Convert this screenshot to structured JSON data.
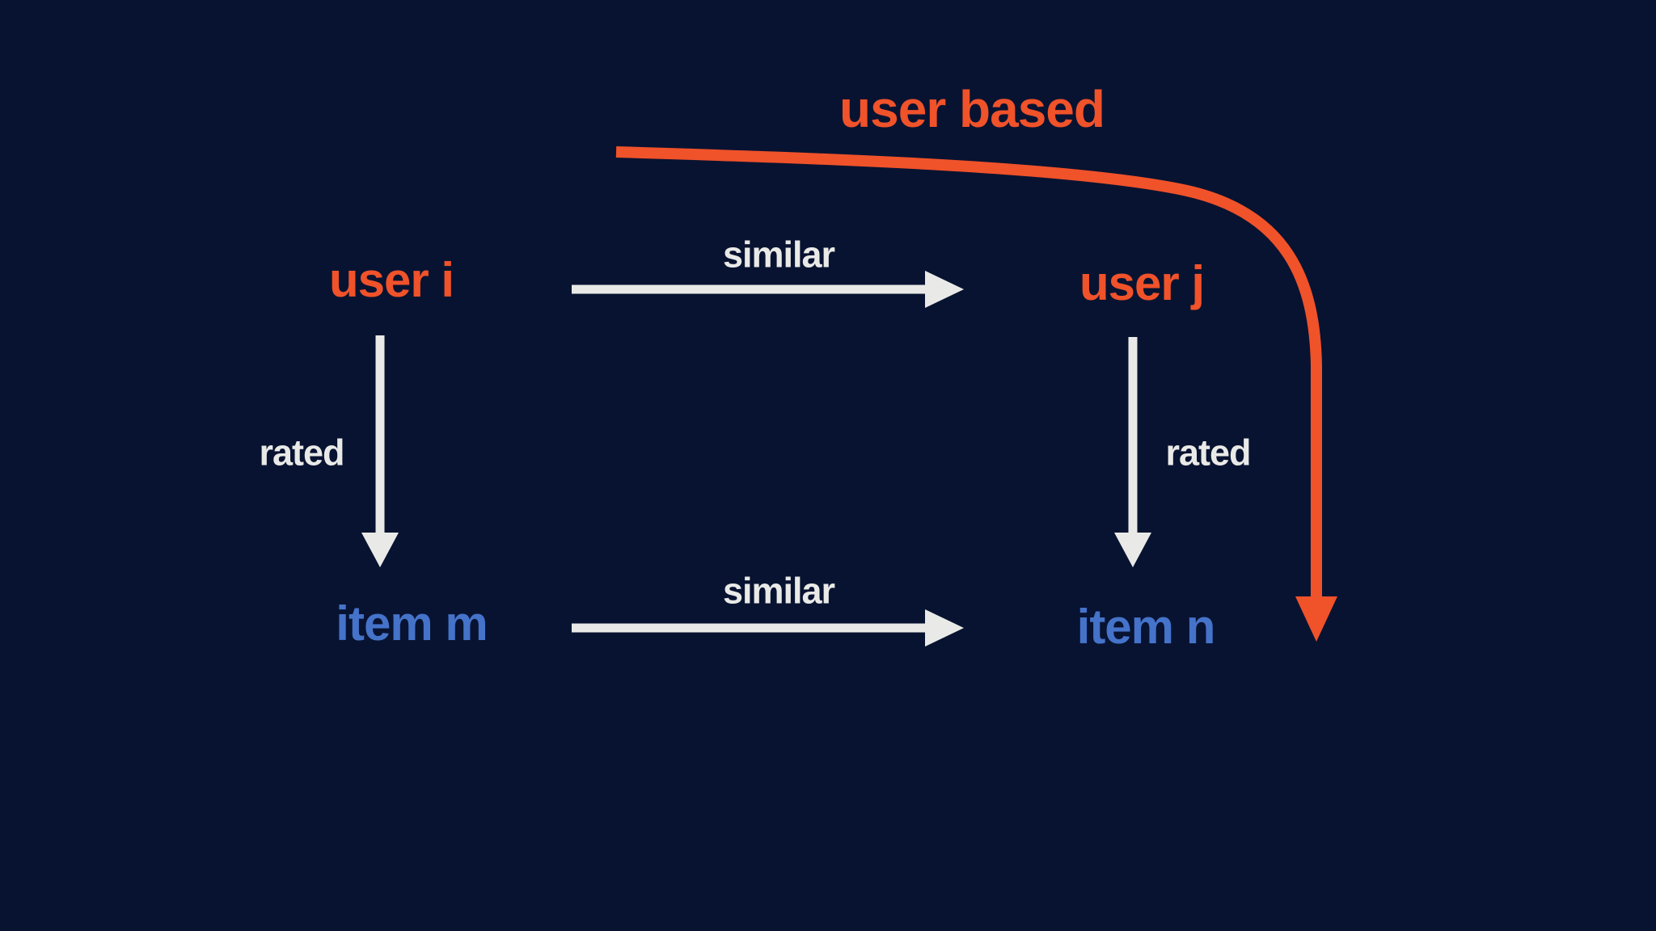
{
  "colors": {
    "bg": "#081331",
    "orange": "#F0522A",
    "blue": "#4573CA",
    "ink": "#E9EAE7"
  },
  "diagram": {
    "title": "user based",
    "nodes": {
      "user_i": {
        "label": "user i"
      },
      "user_j": {
        "label": "user j"
      },
      "item_m": {
        "label": "item m"
      },
      "item_n": {
        "label": "item n"
      }
    },
    "edges": {
      "users_similar": {
        "label": "similar"
      },
      "items_similar": {
        "label": "similar"
      },
      "user_i_rated": {
        "label": "rated"
      },
      "user_j_rated": {
        "label": "rated"
      }
    }
  }
}
